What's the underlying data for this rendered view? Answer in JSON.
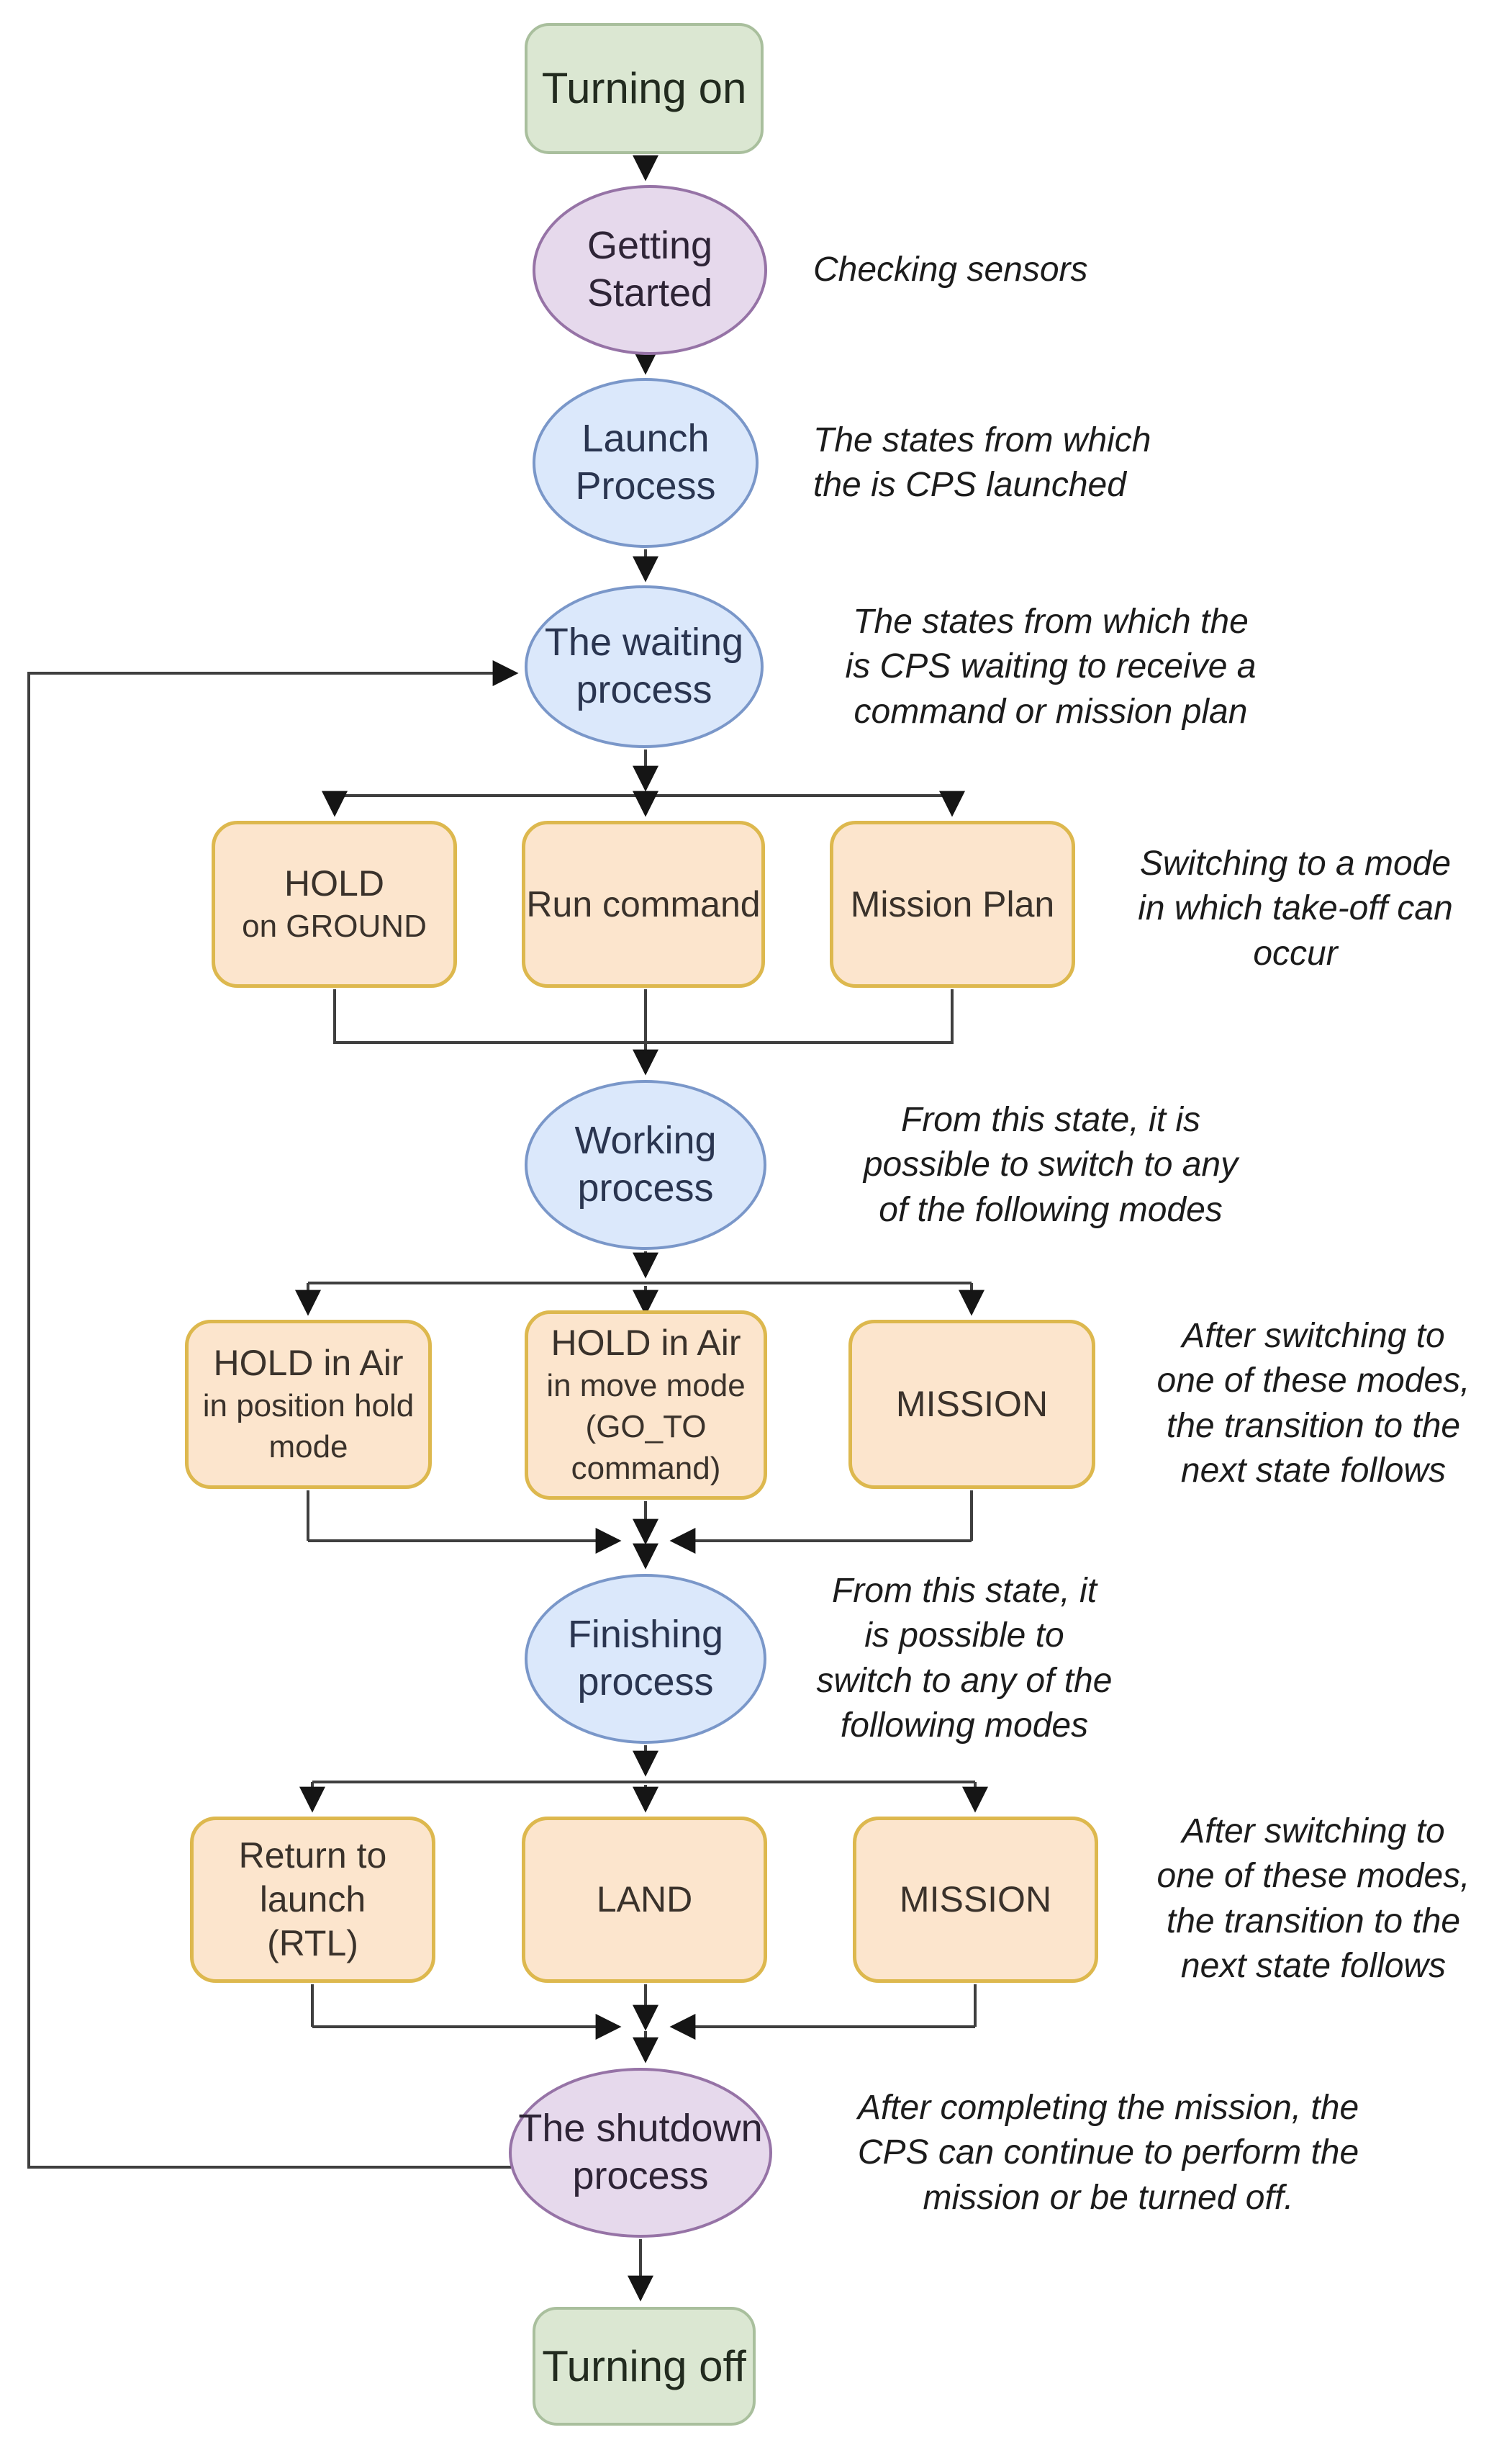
{
  "palette": {
    "green_fill": "#dbe7d2",
    "green_border": "#a9bf9d",
    "purple_fill": "#e6d9ec",
    "purple_border": "#9673a6",
    "blue_fill": "#dbe8fb",
    "blue_border": "#7a97c9",
    "orange_fill": "#fce5cd",
    "orange_border": "#ddb84e",
    "connector_line": "#3f3f3f",
    "arrowhead": "#151515"
  },
  "nodes": {
    "turning_on": {
      "label": "Turning on"
    },
    "getting_started": {
      "label": "Getting\nStarted"
    },
    "launch": {
      "label": "Launch\nProcess"
    },
    "waiting": {
      "label": "The waiting\nprocess"
    },
    "hold_ground": {
      "title": "HOLD",
      "subtitle": "on GROUND"
    },
    "run_command": {
      "label": "Run command"
    },
    "mission_plan": {
      "label": "Mission Plan"
    },
    "working": {
      "label": "Working\nprocess"
    },
    "hold_air_position": {
      "title": "HOLD in Air",
      "subtitle": "in position hold\nmode"
    },
    "hold_air_move": {
      "title": "HOLD in Air",
      "subtitle": "in move mode\n(GO_TO\ncommand)"
    },
    "mission_air": {
      "label": "MISSION"
    },
    "finishing": {
      "label": "Finishing\nprocess"
    },
    "rtl": {
      "label": "Return to\nlaunch\n(RTL)"
    },
    "land": {
      "label": "LAND"
    },
    "mission_finish": {
      "label": "MISSION"
    },
    "shutdown": {
      "label": "The shutdown\nprocess"
    },
    "turning_off": {
      "label": "Turning off"
    }
  },
  "annotations": {
    "checking_sensors": "Checking sensors",
    "launch_note": "The states from which\nthe is CPS  launched",
    "waiting_note": "The states from which the\nis CPS waiting to receive a\ncommand or mission plan",
    "row1_note": "Switching to a mode\nin which take-off can\noccur",
    "working_note": "From this state, it is\npossible to switch to any\nof the following modes",
    "row2_note": "After switching to\none of these modes,\nthe transition to the\nnext state follows",
    "finishing_note": "From this state, it\nis possible to\nswitch to any of the\nfollowing modes",
    "row3_note": "After switching to\none of these modes,\nthe transition to the\nnext state follows",
    "shutdown_note": "After completing the mission, the\nCPS can continue to perform the\nmission or be turned off."
  }
}
